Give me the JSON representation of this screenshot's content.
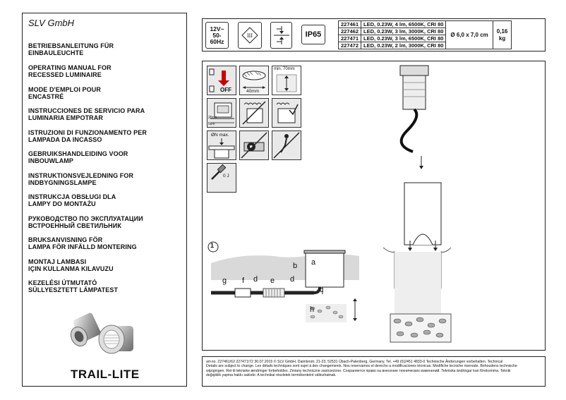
{
  "left": {
    "brand": "SLV GmbH",
    "manuals": [
      [
        "BETRIEBSANLEITUNG FÜR",
        "EINBAULEUCHTE"
      ],
      [
        "OPERATING MANUAL FOR",
        "RECESSED LUMINAIRE"
      ],
      [
        "MODE D'EMPLOI POUR",
        "ENCASTRÉ"
      ],
      [
        "INSTRUCCIONES DE SERVICIO PARA",
        "LUMINARIA EMPOTRAR"
      ],
      [
        "ISTRUZIONI DI FUNZIONAMENTO PER",
        "LAMPADA DA INCASSO"
      ],
      [
        "GEBRUIKSHANDLEIDING VOOR",
        "INBOUWLAMP"
      ],
      [
        "INSTRUKTIONSVEJLEDNING FOR",
        "INDBYGNINGSLAMPE"
      ],
      [
        "INSTRUKCJA OBSŁUGI DLA",
        "LAMPY DO MONTAŻU"
      ],
      [
        "РУКОВОДСТВО ПО ЭКСПЛУАТАЦИИ",
        "ВСТРОЕННЫЙ СВЕТИЛЬНИК"
      ],
      [
        "BRUKSANVISNING FÖR",
        "LAMPA FÖR INFÄLLD MONTERING"
      ],
      [
        "MONTAJ LAMBASI",
        "IÇIN KULLANMA KILAVUZU"
      ],
      [
        "KEZELÉSI ÚTMUTATÓ",
        "SÜLLYESZTETT LÁMPATEST"
      ]
    ],
    "product_name": "TRAIL-LITE"
  },
  "header": {
    "voltage": [
      "12V~",
      "50-",
      "60Hz"
    ],
    "class_symbol": "III",
    "ip_rating": "IP65",
    "variants": [
      {
        "art": "227461",
        "desc": "LED, 0.23W, 4 lm, 6500K, CRI 80"
      },
      {
        "art": "227462",
        "desc": "LED, 0.23W, 3 lm, 3000K, CRI 80"
      },
      {
        "art": "227471",
        "desc": "LED, 0.23W, 3 lm, 6500K, CRI 80"
      },
      {
        "art": "227472",
        "desc": "LED, 0.23W, 2 lm, 3000K, CRI 80"
      }
    ],
    "dimensions": "Ø 6,0 x 7,0 cm",
    "weight": [
      "0,16",
      "kg"
    ]
  },
  "icons": {
    "off": "OFF",
    "min_depth": "min. 70mm",
    "diameter": "40mm",
    "depth_marks": [
      "20cm",
      "5cm"
    ],
    "load": "ØN max.",
    "hammer": "0 J"
  },
  "diagram": {
    "step": "1",
    "labels": {
      "a": "a",
      "b": "b",
      "c": "c",
      "d1": "d",
      "d2": "d",
      "e": "e",
      "f": "f",
      "g": "g",
      "h": "h"
    }
  },
  "footer": {
    "lines": [
      "art-no. 227461/62 227471/72     30.07.2015 © SLV GmbH, Daimlerstr. 21-23, 52531 Übach-Palenberg, Germany, Tel. +49 (0)2451 4833-0    Technische Änderungen vorbehalten. Technical",
      "Details are subject to change. Les détails techniques sont sujet à des changements. Nos reservamos el derecho a modificaciones técnicas. Modifiche tecniche riservate. Behoudens technische",
      "wijzigingen. Ret til tekniske ændringer forbeholdes. Zmiany techniczne zastrzeżone. Сохраняется право на внесение технических изменений. Tekniska ändringar kan förekomma. Teknik",
      "değişiklik yapma hakkı saklıdır. A technikai részletek termékenként változhatnak."
    ]
  }
}
